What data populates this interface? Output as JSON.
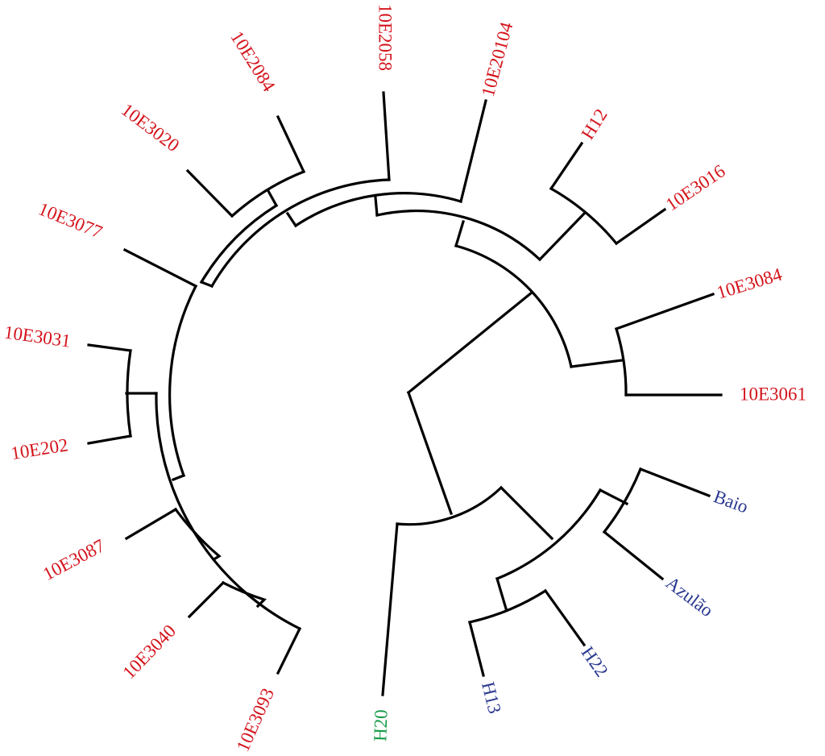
{
  "colors": {
    "group_red": "#d4141c",
    "group_blue": "#2b3990",
    "group_green": "#169b48",
    "branches": "#000000"
  },
  "leaves": {
    "l10E2058": "10E2058",
    "l10E20104": "10E20104",
    "lH12": "H12",
    "l10E3016": "10E3016",
    "l10E3084": "10E3084",
    "l10E3061": "10E3061",
    "lBaio": "Baio",
    "lAzulao": "Azulão",
    "lH22": "H22",
    "lH13": "H13",
    "lH20": "H20",
    "l10E3093": "10E3093",
    "l10E3040": "10E3040",
    "l10E3087": "10E3087",
    "l10E202": "10E202",
    "l10E3031": "10E3031",
    "l10E3077": "10E3077",
    "l10E3020": "10E3020",
    "l10E2084": "10E2084"
  }
}
